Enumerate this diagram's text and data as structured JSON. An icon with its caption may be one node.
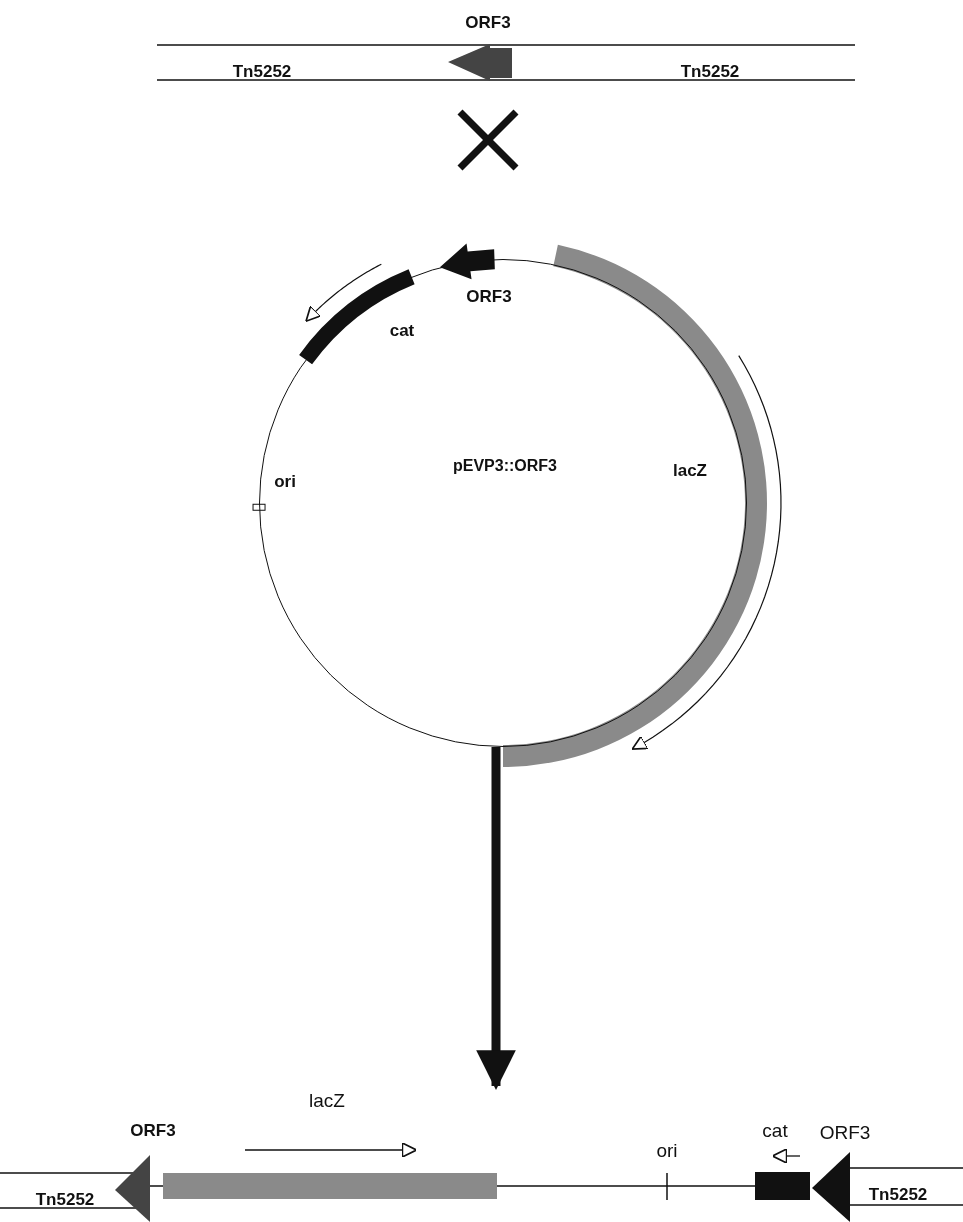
{
  "diagram": {
    "nodes": [
      {
        "text": [
          "pEVP3::ORF3"
        ]
      },
      {
        "text": [],
        "shape": "bar"
      }
    ],
    "edges": [
      {
        "from": 0,
        "to": 1,
        "arrow": "to"
      }
    ],
    "labels": [
      "ORF3",
      "Tn5252",
      "Tn5252",
      "ORF3",
      "cat",
      "lacZ",
      "ori",
      "lacZ",
      "cat",
      "ORF3",
      "ORF3",
      "ori",
      "Tn5252",
      "Tn5252"
    ]
  }
}
